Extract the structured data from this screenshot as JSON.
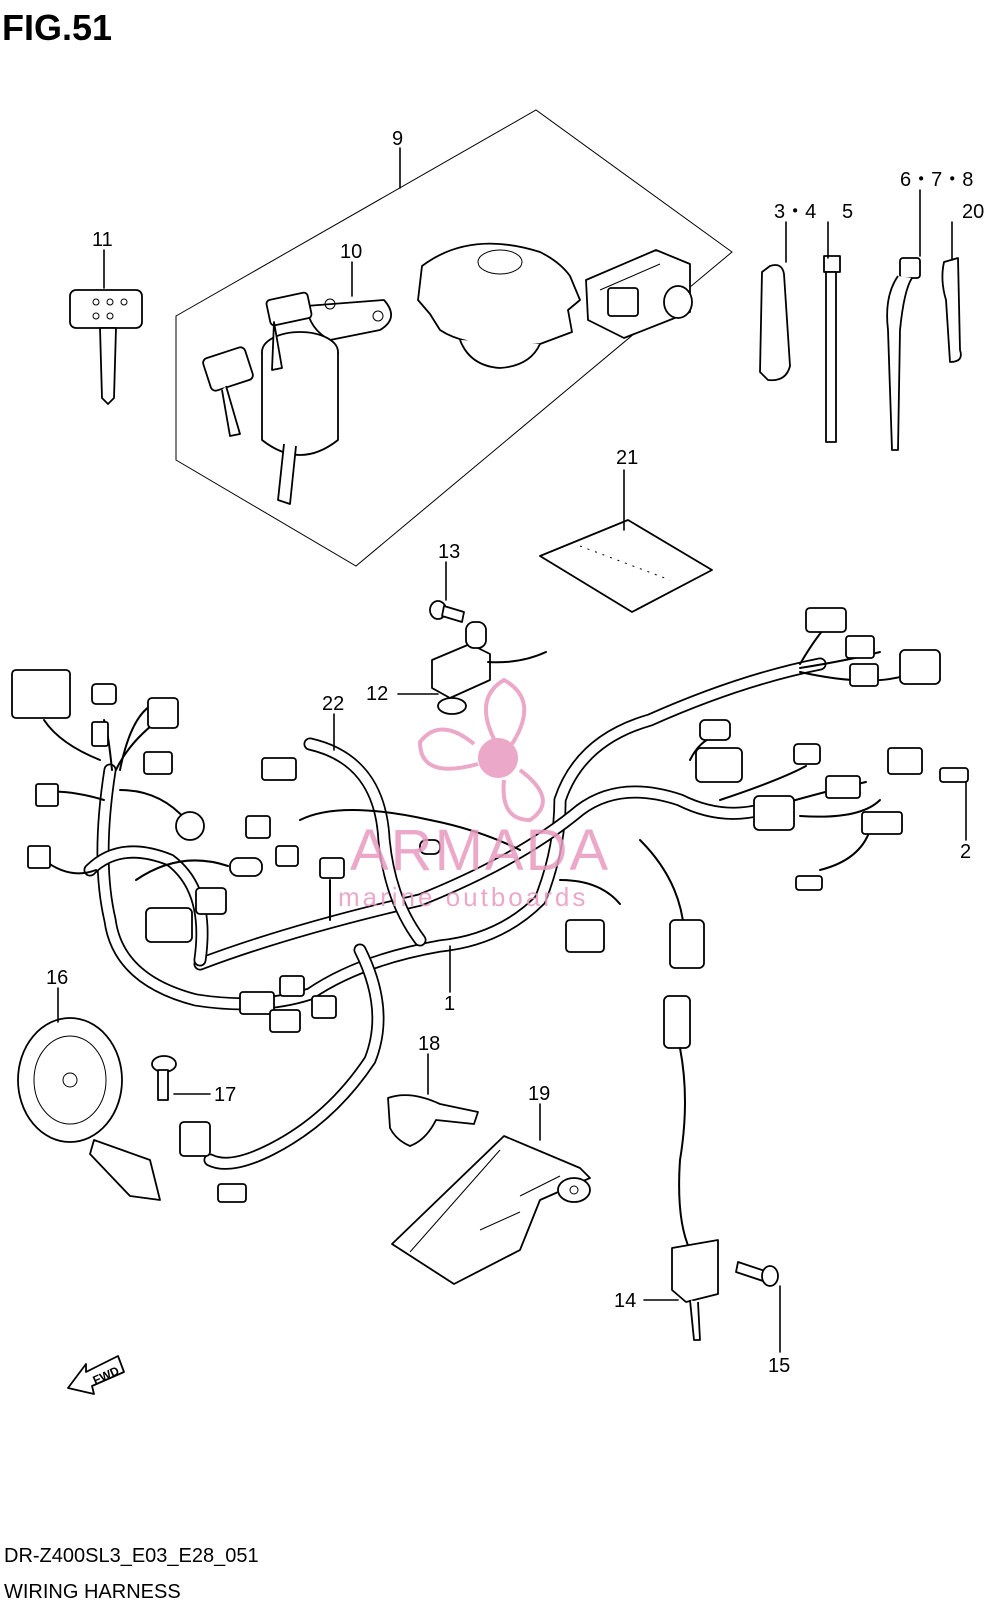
{
  "figure": {
    "title": "FIG.51",
    "model_code": "DR-Z400SL3_E03_E28_051",
    "caption": "WIRING HARNESS"
  },
  "callouts": {
    "c1": "1",
    "c2": "2",
    "c3_4": "3・4",
    "c5": "5",
    "c6_7_8": "6・7・8",
    "c9": "9",
    "c10": "10",
    "c11": "11",
    "c12": "12",
    "c13": "13",
    "c14": "14",
    "c15": "15",
    "c16": "16",
    "c17": "17",
    "c18": "18",
    "c19": "19",
    "c20": "20",
    "c21": "21",
    "c22": "22"
  },
  "fwd_label": "FWD",
  "watermark": {
    "brand": "ARMADA",
    "tagline": "marine outboards",
    "color": "#e89ac0"
  }
}
